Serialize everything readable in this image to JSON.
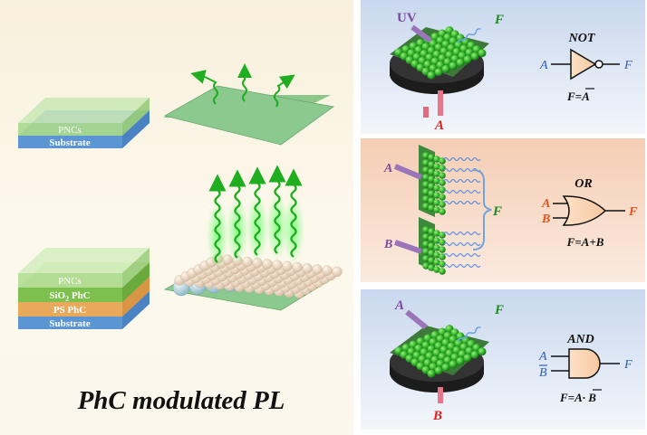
{
  "left_panel": {
    "top_stack": {
      "layer1": "PNCs",
      "layer2": "Substrate"
    },
    "bottom_stack": {
      "layer1": "PNCs",
      "layer2_main": "SiO",
      "layer2_sub": "2",
      "layer2_tail": " PhC",
      "layer3": "PS PhC",
      "layer4": "Substrate"
    },
    "caption": "PhC modulated PL"
  },
  "not_panel": {
    "uv_label": "UV",
    "output_label": "F",
    "input_label": "A",
    "gate_title": "NOT",
    "gate_in": "A",
    "gate_out": "F",
    "equation_lhs": "F=",
    "equation_bar": "A"
  },
  "or_panel": {
    "input_a": "A",
    "input_b": "B",
    "output_label": "F",
    "gate_title": "OR",
    "gate_in_a": "A",
    "gate_in_b": "B",
    "gate_out": "F",
    "equation": "F=A+B"
  },
  "and_panel": {
    "input_a": "A",
    "input_b": "B",
    "output_label": "F",
    "gate_title": "AND",
    "gate_in_a": "A",
    "gate_in_b": "B",
    "gate_out": "F",
    "equation_lhs": "F=A· ",
    "equation_bar": "B"
  },
  "colors": {
    "blue": "#2f5fbf",
    "red": "#e0201c",
    "green": "#1f8a1f",
    "purple": "#7b4aa0",
    "orange": "#e0531b"
  }
}
